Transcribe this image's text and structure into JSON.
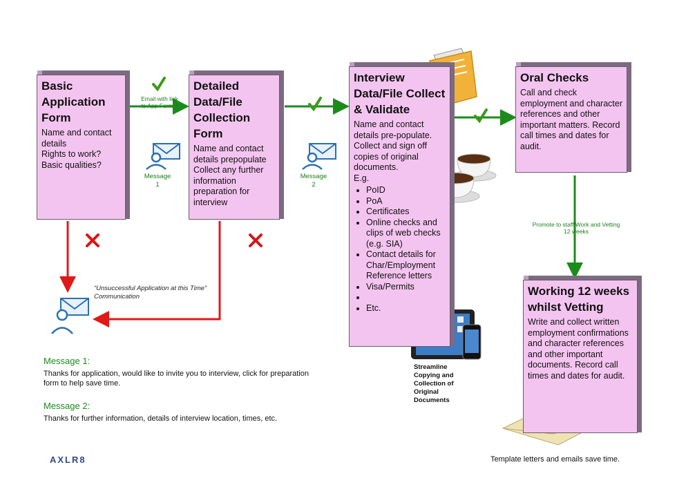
{
  "boxes": {
    "basic": {
      "title": "Basic Application Form",
      "lines": [
        "Name and contact details",
        "Rights to work?",
        "Basic qualities?"
      ]
    },
    "detailed": {
      "title": "Detailed Data/File Collection Form",
      "text": "Name and contact details prepopulate Collect any further information preparation for interview"
    },
    "interview": {
      "title": "Interview Data/File Collect & Validate",
      "text": "Name and contact details pre-populate. Collect and sign off copies of original documents.",
      "eg": "E.g.",
      "items": [
        "PoID",
        "PoA",
        "Certificates",
        "Online checks and clips of web checks (e.g. SIA)",
        "Contact details for Char/Employment Reference letters",
        "Visa/Permits",
        "",
        "Etc."
      ]
    },
    "oral": {
      "title": "Oral Checks",
      "text": "Call and check employment and character references and other important matters.  Record call times and dates for audit."
    },
    "working": {
      "title": "Working 12 weeks whilst Vetting",
      "text": "Write and collect  written employment confirmations and character references and other important documents.  Record call times and dates for audit."
    }
  },
  "labels": {
    "email_link": "Email with link to App Form 2",
    "message1": "Message 1",
    "message2": "Message 2",
    "unsuccessful": "“Unsuccessful Application at this Time” Communication",
    "promote": "Promote to staff Work and Vetting 12 weeks"
  },
  "messages": {
    "m1_title": "Message 1:",
    "m1_text": "Thanks for application, would like to invite you to interview, click for preparation form to help save time.",
    "m2_title": "Message 2:",
    "m2_text": "Thanks for further information, details of interview location, times, etc."
  },
  "captions": {
    "streamline": "Streamline Copying and Collection of Original Documents",
    "templates": "Template letters and emails save time."
  },
  "logo": "AXLR8",
  "colors": {
    "box_fill": "#f4c4f0",
    "green": "#1b8b1b",
    "red": "#e01818",
    "icon_blue": "#2a6fb0"
  },
  "icons": [
    "check-icon",
    "cross-icon",
    "email-contact-icon",
    "folder-icon",
    "coffee-cups-icon",
    "tablet-phone-icon",
    "envelope-icon"
  ]
}
